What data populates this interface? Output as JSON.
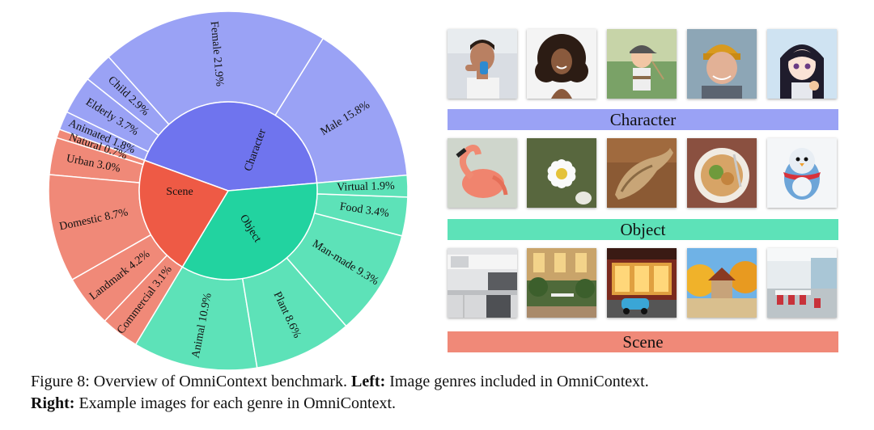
{
  "chart_data": {
    "type": "sunburst",
    "inner": [
      {
        "label": "Character",
        "color": "#6f74ee"
      },
      {
        "label": "Object",
        "color": "#22d3a0"
      },
      {
        "label": "Scene",
        "color": "#ee5a45"
      }
    ],
    "outer": [
      {
        "parent": "Character",
        "label": "Male 15.8%",
        "value": 15.8
      },
      {
        "parent": "Character",
        "label": "Female 21.9%",
        "value": 21.9
      },
      {
        "parent": "Character",
        "label": "Child 2.9%",
        "value": 2.9
      },
      {
        "parent": "Character",
        "label": "Elderly 3.7%",
        "value": 3.7
      },
      {
        "parent": "Character",
        "label": "Animated 1.8%",
        "value": 1.8
      },
      {
        "parent": "Scene",
        "label": "Natural 0.7%",
        "value": 0.7
      },
      {
        "parent": "Scene",
        "label": "Urban 3.0%",
        "value": 3.0
      },
      {
        "parent": "Scene",
        "label": "Domestic 8.7%",
        "value": 8.7
      },
      {
        "parent": "Scene",
        "label": "Landmark 4.2%",
        "value": 4.2
      },
      {
        "parent": "Scene",
        "label": "Commercial 3.1%",
        "value": 3.1
      },
      {
        "parent": "Object",
        "label": "Animal 10.9%",
        "value": 10.9
      },
      {
        "parent": "Object",
        "label": "Plant 8.6%",
        "value": 8.6
      },
      {
        "parent": "Object",
        "label": "Man-made 9.3%",
        "value": 9.3
      },
      {
        "parent": "Object",
        "label": "Food 3.4%",
        "value": 3.4
      },
      {
        "parent": "Object",
        "label": "Virtual 1.9%",
        "value": 1.9
      }
    ],
    "outer_colors": {
      "Character": "#9aa2f5",
      "Object": "#5de2b8",
      "Scene": "#f08978"
    }
  },
  "genres": [
    {
      "label": "Character",
      "color": "#9aa2f5",
      "images": [
        "man-drinking-photo",
        "curly-hair-woman-photo",
        "toddler-in-cap-photo",
        "elderly-man-yellow-beanie-photo",
        "anime-girl-illustration"
      ]
    },
    {
      "label": "Object",
      "color": "#5de2b8",
      "images": [
        "flamingo-photo",
        "white-flower-photo",
        "cured-ham-photo",
        "food-plate-photo",
        "penguin-plush-illustration"
      ]
    },
    {
      "label": "Scene",
      "color": "#f08978",
      "images": [
        "kitchen-photo",
        "cafe-terrace-photo",
        "storefront-street-photo",
        "autumn-temple-photo",
        "office-interior-photo"
      ]
    }
  ],
  "caption": {
    "prefix": "Figure 8: Overview of OmniContext benchmark.",
    "left_label": "Left:",
    "left_text": "Image genres included in OmniContext.",
    "right_label": "Right:",
    "right_text": "Example images for each genre in OmniContext."
  }
}
